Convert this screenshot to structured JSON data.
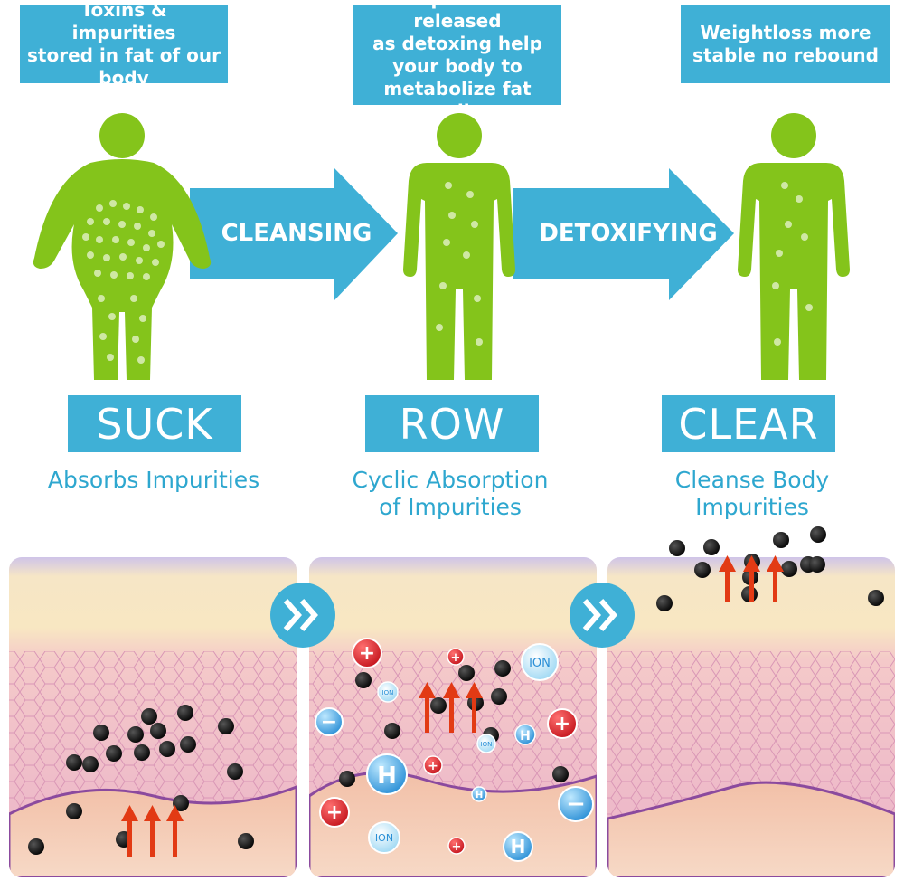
{
  "notes": [
    "Toxins & impurities\nstored in fat of our\nbody",
    "Impurities released\nas detoxing help\nyour body to\nmetabolize fat cells",
    "Weightloss more\nstable no rebound"
  ],
  "arrows": [
    "CLEANSING",
    "DETOXIFYING"
  ],
  "stages": [
    {
      "title": "SUCK",
      "desc": "Absorbs Impurities"
    },
    {
      "title": "ROW",
      "desc": "Cyclic Absorption\nof Impurities"
    },
    {
      "title": "CLEAR",
      "desc": "Cleanse Body\nImpurities"
    }
  ],
  "badges": {
    "plus": "+",
    "minus": "−",
    "h": "H",
    "ion": "ION"
  },
  "colors": {
    "accent": "#3fb0d6",
    "body_green": "#84c41b",
    "toxin": "#111111",
    "arrow_red": "#e23a14",
    "skin_pink": "#efb7c8"
  }
}
